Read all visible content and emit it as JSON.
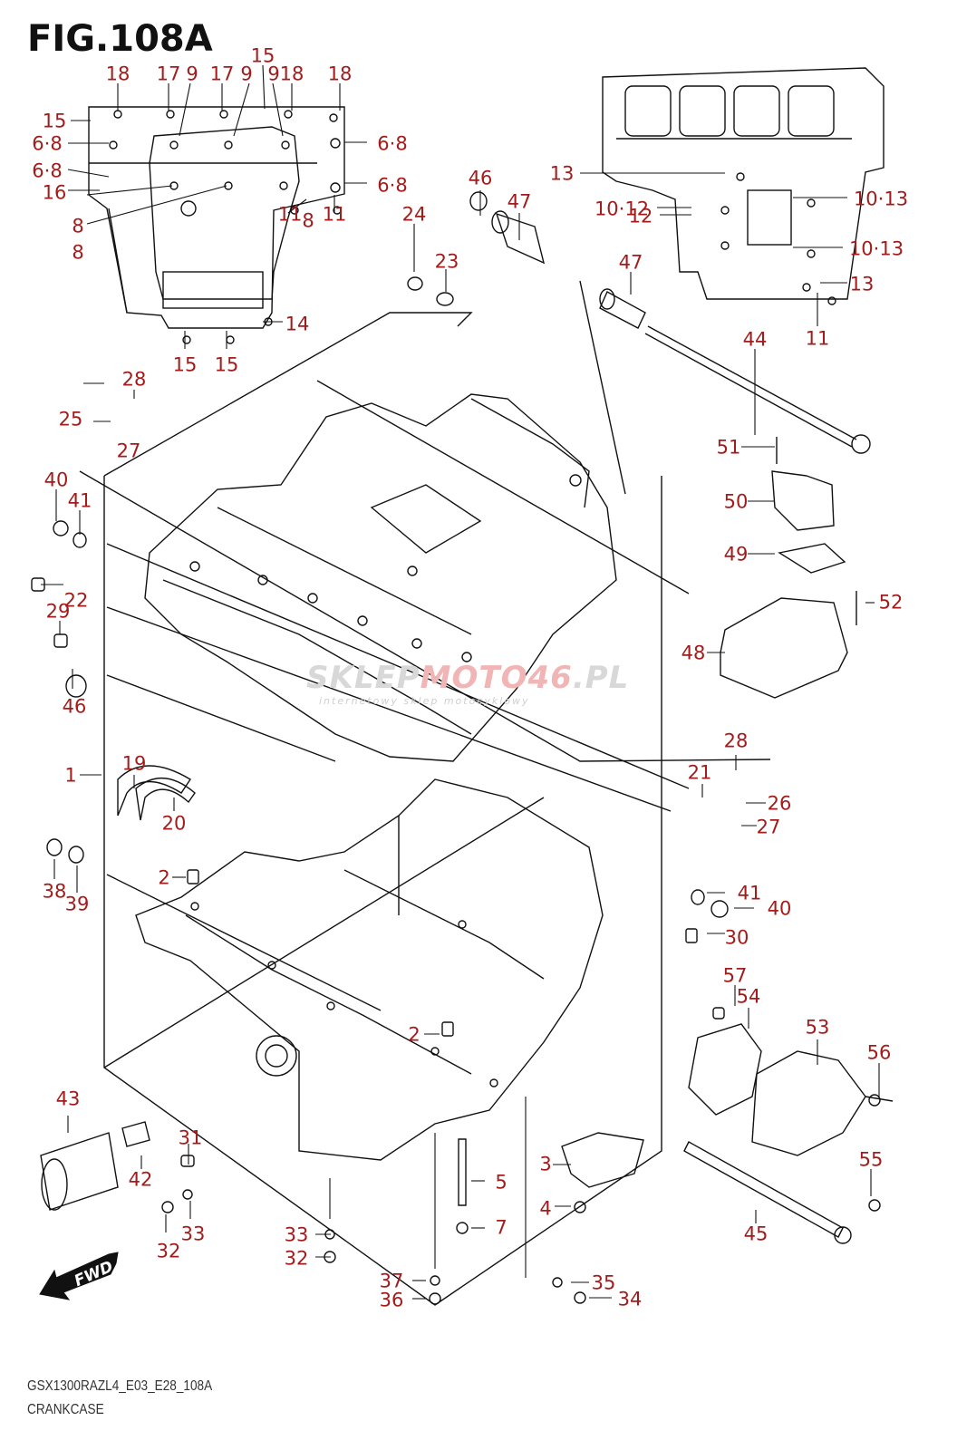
{
  "figure": {
    "title": "FIG.108A",
    "model_code": "GSX1300RAZL4_E03_E28_108A",
    "name": "CRANKCASE",
    "fwd_label": "FWD"
  },
  "watermark": {
    "brand_a": "SKLEP",
    "brand_b": "MOTO46",
    "suffix": ".PL",
    "tagline": "internetowy sklep motocyklowy"
  },
  "callouts": [
    {
      "id": "c-18a",
      "label": "18"
    },
    {
      "id": "c-17a",
      "label": "17"
    },
    {
      "id": "c-9a",
      "label": "9"
    },
    {
      "id": "c-17b",
      "label": "17"
    },
    {
      "id": "c-9b",
      "label": "9"
    },
    {
      "id": "c-15top",
      "label": "15"
    },
    {
      "id": "c-9c",
      "label": "9"
    },
    {
      "id": "c-18b",
      "label": "18"
    },
    {
      "id": "c-18c",
      "label": "18"
    },
    {
      "id": "c-15left",
      "label": "15"
    },
    {
      "id": "c-68a",
      "label": "6·8"
    },
    {
      "id": "c-68b",
      "label": "6·8"
    },
    {
      "id": "c-16",
      "label": "16"
    },
    {
      "id": "c-8a",
      "label": "8"
    },
    {
      "id": "c-8b",
      "label": "8"
    },
    {
      "id": "c-68c",
      "label": "6·8"
    },
    {
      "id": "c-68d",
      "label": "6·8"
    },
    {
      "id": "c-11a",
      "label": "11"
    },
    {
      "id": "c-8c",
      "label": "8"
    },
    {
      "id": "c-11b",
      "label": "11"
    },
    {
      "id": "c-14",
      "label": "14"
    },
    {
      "id": "c-15b1",
      "label": "15"
    },
    {
      "id": "c-15b2",
      "label": "15"
    },
    {
      "id": "c-13a",
      "label": "13"
    },
    {
      "id": "c-1012",
      "label": "10·12"
    },
    {
      "id": "c-12",
      "label": "12"
    },
    {
      "id": "c-1013a",
      "label": "10·13"
    },
    {
      "id": "c-1013b",
      "label": "10·13"
    },
    {
      "id": "c-13b",
      "label": "13"
    },
    {
      "id": "c-11c",
      "label": "11"
    },
    {
      "id": "c-46a",
      "label": "46"
    },
    {
      "id": "c-47a",
      "label": "47"
    },
    {
      "id": "c-47b",
      "label": "47"
    },
    {
      "id": "c-24",
      "label": "24"
    },
    {
      "id": "c-23",
      "label": "23"
    },
    {
      "id": "c-44",
      "label": "44"
    },
    {
      "id": "c-28a",
      "label": "28"
    },
    {
      "id": "c-25",
      "label": "25"
    },
    {
      "id": "c-27a",
      "label": "27"
    },
    {
      "id": "c-40a",
      "label": "40"
    },
    {
      "id": "c-41a",
      "label": "41"
    },
    {
      "id": "c-22",
      "label": "22"
    },
    {
      "id": "c-29",
      "label": "29"
    },
    {
      "id": "c-46b",
      "label": "46"
    },
    {
      "id": "c-51",
      "label": "51"
    },
    {
      "id": "c-50",
      "label": "50"
    },
    {
      "id": "c-49",
      "label": "49"
    },
    {
      "id": "c-52",
      "label": "52"
    },
    {
      "id": "c-48",
      "label": "48"
    },
    {
      "id": "c-19",
      "label": "19"
    },
    {
      "id": "c-1",
      "label": "1"
    },
    {
      "id": "c-20",
      "label": "20"
    },
    {
      "id": "c-28b",
      "label": "28"
    },
    {
      "id": "c-21",
      "label": "21"
    },
    {
      "id": "c-26",
      "label": "26"
    },
    {
      "id": "c-27b",
      "label": "27"
    },
    {
      "id": "c-38",
      "label": "38"
    },
    {
      "id": "c-39",
      "label": "39"
    },
    {
      "id": "c-2a",
      "label": "2"
    },
    {
      "id": "c-41b",
      "label": "41"
    },
    {
      "id": "c-40b",
      "label": "40"
    },
    {
      "id": "c-30",
      "label": "30"
    },
    {
      "id": "c-57",
      "label": "57"
    },
    {
      "id": "c-54",
      "label": "54"
    },
    {
      "id": "c-53",
      "label": "53"
    },
    {
      "id": "c-56",
      "label": "56"
    },
    {
      "id": "c-2b",
      "label": "2"
    },
    {
      "id": "c-43",
      "label": "43"
    },
    {
      "id": "c-31",
      "label": "31"
    },
    {
      "id": "c-42",
      "label": "42"
    },
    {
      "id": "c-3",
      "label": "3"
    },
    {
      "id": "c-5",
      "label": "5"
    },
    {
      "id": "c-55",
      "label": "55"
    },
    {
      "id": "c-4",
      "label": "4"
    },
    {
      "id": "c-7",
      "label": "7"
    },
    {
      "id": "c-45",
      "label": "45"
    },
    {
      "id": "c-32a",
      "label": "32"
    },
    {
      "id": "c-33a",
      "label": "33"
    },
    {
      "id": "c-33b",
      "label": "33"
    },
    {
      "id": "c-32b",
      "label": "32"
    },
    {
      "id": "c-37",
      "label": "37"
    },
    {
      "id": "c-36",
      "label": "36"
    },
    {
      "id": "c-35",
      "label": "35"
    },
    {
      "id": "c-34",
      "label": "34"
    }
  ]
}
